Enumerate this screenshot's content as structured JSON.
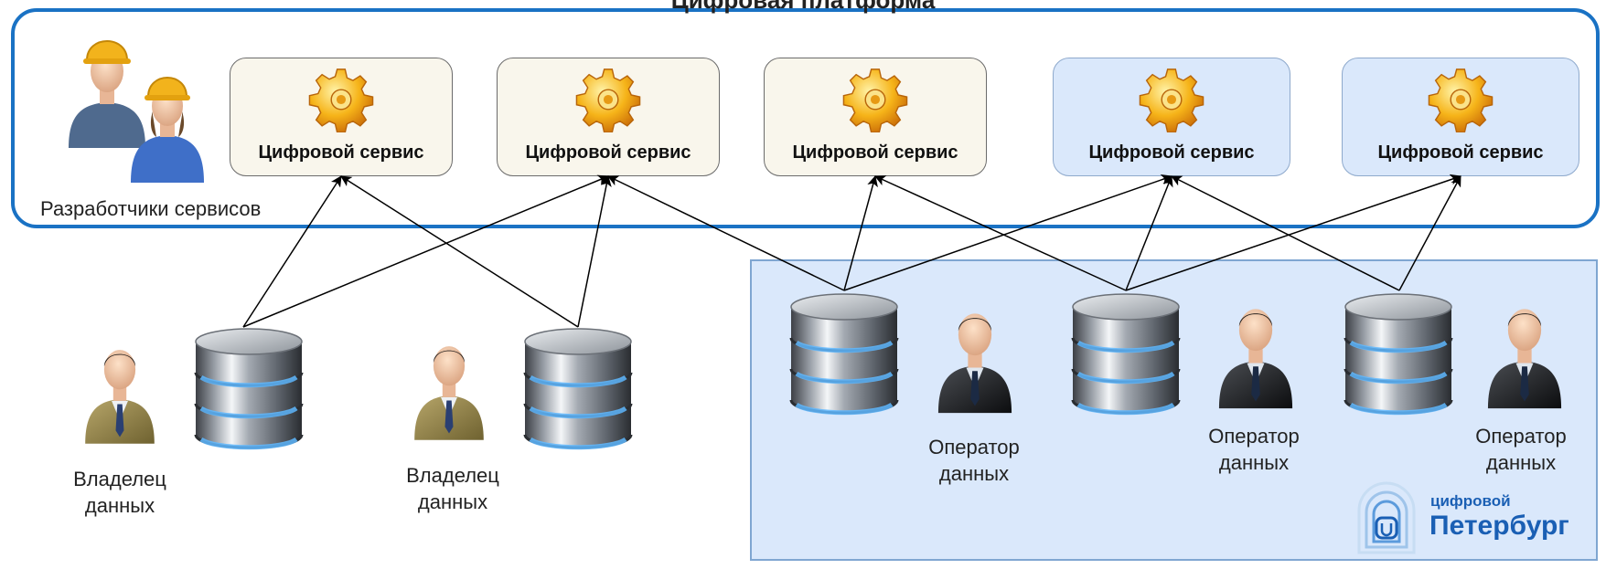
{
  "title": "Цифровая платформа",
  "developers": {
    "caption": "Разработчики сервисов"
  },
  "services": [
    {
      "label": "Цифровой сервис",
      "style": "beige"
    },
    {
      "label": "Цифровой сервис",
      "style": "beige"
    },
    {
      "label": "Цифровой сервис",
      "style": "beige"
    },
    {
      "label": "Цифровой сервис",
      "style": "blue"
    },
    {
      "label": "Цифровой сервис",
      "style": "blue"
    }
  ],
  "data_owners": [
    {
      "label": "Владелец данных"
    },
    {
      "label": "Владелец данных"
    }
  ],
  "data_operators": [
    {
      "label": "Оператор данных"
    },
    {
      "label": "Оператор данных"
    },
    {
      "label": "Оператор данных"
    }
  ],
  "logo": {
    "small_text": "цифровой",
    "big_text": "Петербург"
  },
  "colors": {
    "platform_border": "#1a72c4",
    "spb_zone_fill": "#dae8fb",
    "service_beige": "#f9f6ec",
    "service_blue": "#dae8fb"
  }
}
